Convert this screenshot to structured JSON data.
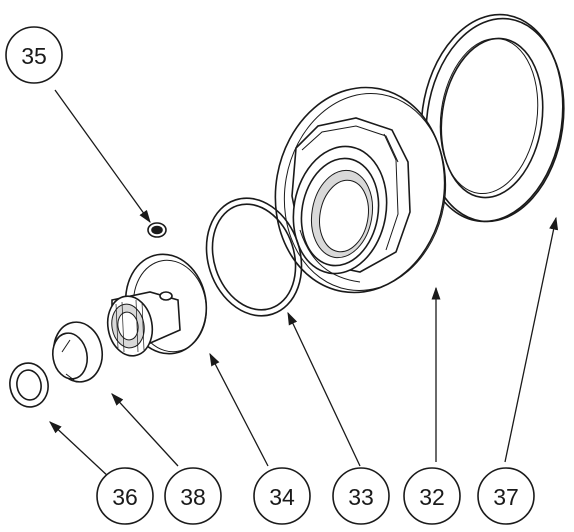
{
  "callouts": {
    "c35": "35",
    "c36": "36",
    "c38": "38",
    "c34": "34",
    "c33": "33",
    "c32": "32",
    "c37": "37"
  },
  "colors": {
    "line": "#1a1a1a",
    "shade": "#d9d9d9",
    "paper": "#ffffff"
  }
}
